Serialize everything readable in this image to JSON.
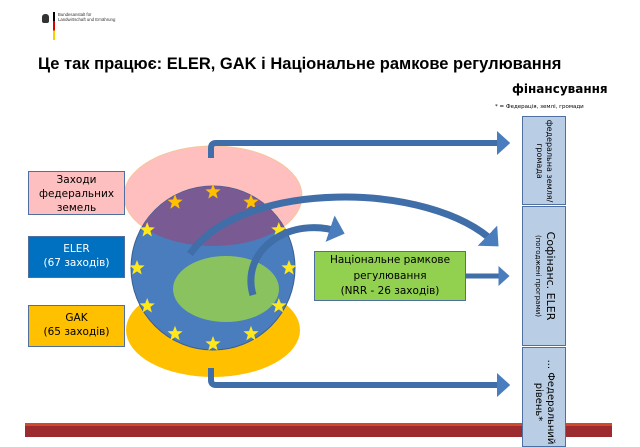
{
  "logo": {
    "line1": "Bundesanstalt für",
    "line2": "Landwirtschaft und Ernährung"
  },
  "title": "Це так працює: ELER, GAK і Національне рамкове регулювання",
  "financing": {
    "heading": "фінансування",
    "footnote": "* = Федерація, землі, громади",
    "boxes": [
      {
        "line1": "федеральна земля/",
        "line2": "громада"
      },
      {
        "line1": "Софінанс. ELER",
        "line2": "(погоджені програми)"
      },
      {
        "line1": "... Федеральний",
        "line2": "рівень*"
      }
    ]
  },
  "left_boxes": [
    {
      "lines": [
        "Заходи",
        "федеральних",
        "земель"
      ],
      "color": "#fdbfbf"
    },
    {
      "lines": [
        "ELER",
        "(67  заходів)"
      ],
      "color": "#0070c0"
    },
    {
      "lines": [
        "GAK",
        "(65  заходів)"
      ],
      "color": "#ffc000"
    }
  ],
  "nrr": {
    "lines": [
      "Національне рамкове",
      "регулювання",
      "(NRR - 26 заходів)"
    ],
    "color": "#92d050"
  },
  "colors": {
    "pink": "#ffbfbf",
    "purple": "#7a5a93",
    "blue": "#4a7dbd",
    "yellow": "#ffc000",
    "green": "#8dc65a",
    "arrow": "#4a7dbd",
    "star": "#ffc000",
    "bar_red": "#9c2b2f",
    "bar_orange": "#d2492a"
  }
}
